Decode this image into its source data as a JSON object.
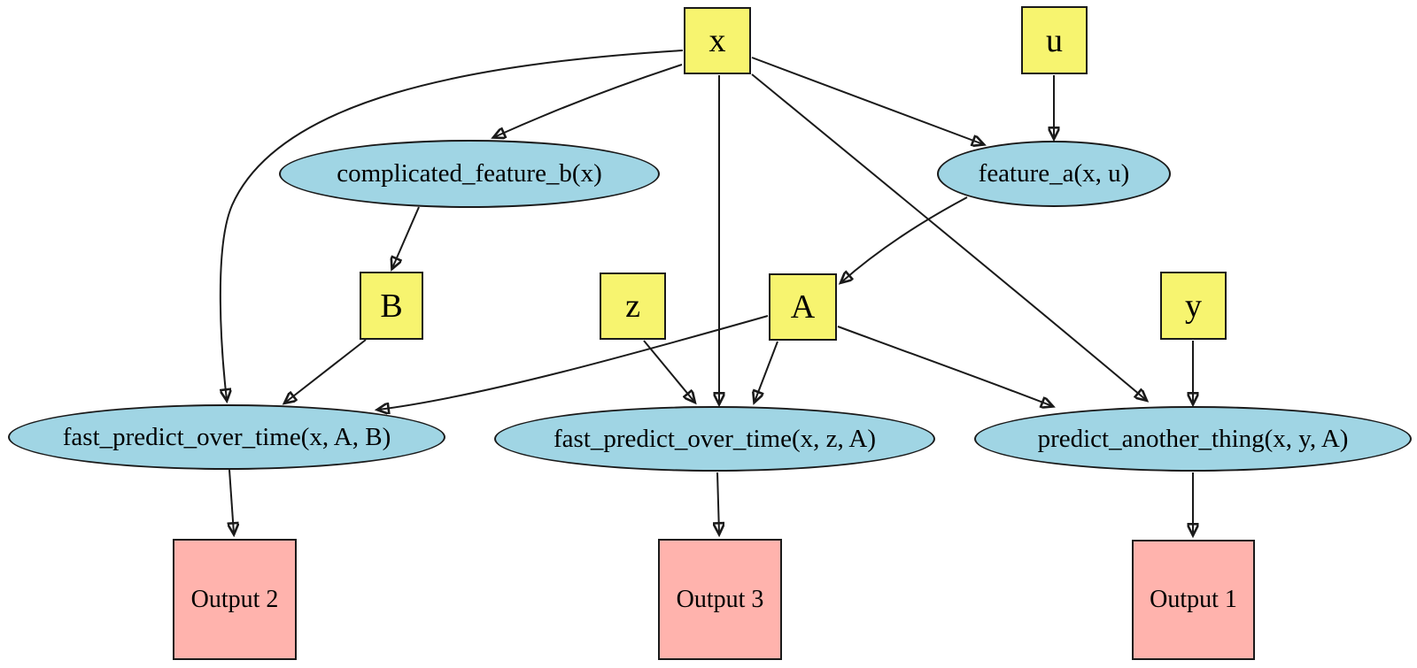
{
  "diagram": {
    "type": "pipeline-dag",
    "colors": {
      "parameter_fill": "#f7f46f",
      "function_fill": "#a0d5e4",
      "output_fill": "#ffb3ad",
      "node_border": "#1a1a1a",
      "edge_color": "#1a1a1a",
      "background": "#ffffff"
    },
    "nodes": {
      "x": {
        "label": "x",
        "kind": "parameter"
      },
      "u": {
        "label": "u",
        "kind": "parameter"
      },
      "complicated_feature_b": {
        "label": "complicated_feature_b(x)",
        "kind": "function"
      },
      "feature_a": {
        "label": "feature_a(x, u)",
        "kind": "function"
      },
      "B": {
        "label": "B",
        "kind": "parameter"
      },
      "z": {
        "label": "z",
        "kind": "parameter"
      },
      "A": {
        "label": "A",
        "kind": "parameter"
      },
      "y": {
        "label": "y",
        "kind": "parameter"
      },
      "fast_predict_over_time_xAB": {
        "label": "fast_predict_over_time(x, A, B)",
        "kind": "function"
      },
      "fast_predict_over_time_xzA": {
        "label": "fast_predict_over_time(x, z, A)",
        "kind": "function"
      },
      "predict_another_thing": {
        "label": "predict_another_thing(x, y, A)",
        "kind": "function"
      },
      "output2": {
        "label": "Output 2",
        "kind": "output"
      },
      "output3": {
        "label": "Output 3",
        "kind": "output"
      },
      "output1": {
        "label": "Output 1",
        "kind": "output"
      }
    },
    "edges": [
      {
        "from": "x",
        "to": "complicated_feature_b"
      },
      {
        "from": "x",
        "to": "feature_a"
      },
      {
        "from": "x",
        "to": "fast_predict_over_time_xzA"
      },
      {
        "from": "x",
        "to": "predict_another_thing"
      },
      {
        "from": "x",
        "to": "fast_predict_over_time_xAB"
      },
      {
        "from": "u",
        "to": "feature_a"
      },
      {
        "from": "complicated_feature_b",
        "to": "B"
      },
      {
        "from": "feature_a",
        "to": "A"
      },
      {
        "from": "B",
        "to": "fast_predict_over_time_xAB"
      },
      {
        "from": "A",
        "to": "fast_predict_over_time_xAB"
      },
      {
        "from": "z",
        "to": "fast_predict_over_time_xzA"
      },
      {
        "from": "A",
        "to": "fast_predict_over_time_xzA"
      },
      {
        "from": "A",
        "to": "predict_another_thing"
      },
      {
        "from": "y",
        "to": "predict_another_thing"
      },
      {
        "from": "fast_predict_over_time_xAB",
        "to": "output2"
      },
      {
        "from": "fast_predict_over_time_xzA",
        "to": "output3"
      },
      {
        "from": "predict_another_thing",
        "to": "output1"
      }
    ]
  }
}
